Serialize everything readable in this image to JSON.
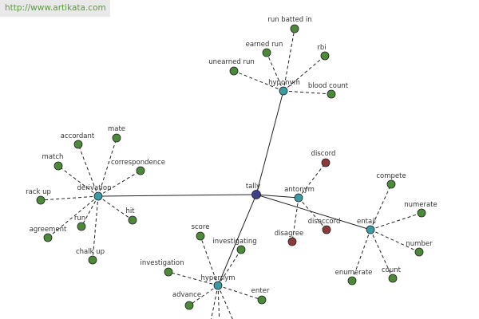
{
  "watermark": "http://www.artikata.com",
  "colors": {
    "center": "#3d3f8c",
    "category": "#3b9aa4",
    "leaf": "#4c8a3a",
    "antonym_leaf": "#8c3a3a"
  },
  "center": {
    "id": "tally",
    "label": "tally"
  },
  "categories": [
    {
      "id": "hyponym",
      "label": "hyponym"
    },
    {
      "id": "derivation",
      "label": "derivation"
    },
    {
      "id": "antonym",
      "label": "antonym"
    },
    {
      "id": "entail",
      "label": "entail"
    },
    {
      "id": "hypernym",
      "label": "hypernym"
    }
  ],
  "leaves": [
    {
      "id": "run-batted-in",
      "label": "run batted in",
      "parent": "hyponym"
    },
    {
      "id": "earned-run",
      "label": "earned run",
      "parent": "hyponym"
    },
    {
      "id": "rbi",
      "label": "rbi",
      "parent": "hyponym"
    },
    {
      "id": "unearned-run",
      "label": "unearned run",
      "parent": "hyponym"
    },
    {
      "id": "blood-count",
      "label": "blood count",
      "parent": "hyponym"
    },
    {
      "id": "accordant",
      "label": "accordant",
      "parent": "derivation"
    },
    {
      "id": "mate",
      "label": "mate",
      "parent": "derivation"
    },
    {
      "id": "match",
      "label": "match",
      "parent": "derivation"
    },
    {
      "id": "correspondence",
      "label": "correspondence",
      "parent": "derivation"
    },
    {
      "id": "rack-up",
      "label": "rack up",
      "parent": "derivation"
    },
    {
      "id": "hit",
      "label": "hit",
      "parent": "derivation"
    },
    {
      "id": "run",
      "label": "run",
      "parent": "derivation"
    },
    {
      "id": "agreement",
      "label": "agreement",
      "parent": "derivation"
    },
    {
      "id": "chalk-up",
      "label": "chalk up",
      "parent": "derivation"
    },
    {
      "id": "discord",
      "label": "discord",
      "parent": "antonym",
      "kind": "antonym"
    },
    {
      "id": "disaccord",
      "label": "disaccord",
      "parent": "antonym",
      "kind": "antonym"
    },
    {
      "id": "disagree",
      "label": "disagree",
      "parent": "antonym",
      "kind": "antonym"
    },
    {
      "id": "compete",
      "label": "compete",
      "parent": "entail"
    },
    {
      "id": "numerate",
      "label": "numerate",
      "parent": "entail"
    },
    {
      "id": "number",
      "label": "number",
      "parent": "entail"
    },
    {
      "id": "count",
      "label": "count",
      "parent": "entail"
    },
    {
      "id": "enumerate",
      "label": "enumerate",
      "parent": "entail"
    },
    {
      "id": "score",
      "label": "score",
      "parent": "hypernym"
    },
    {
      "id": "investigating",
      "label": "investigating",
      "parent": "hypernym"
    },
    {
      "id": "investigation",
      "label": "investigation",
      "parent": "hypernym"
    },
    {
      "id": "enter",
      "label": "enter",
      "parent": "hypernym"
    },
    {
      "id": "advance",
      "label": "advance",
      "parent": "hypernym"
    }
  ]
}
